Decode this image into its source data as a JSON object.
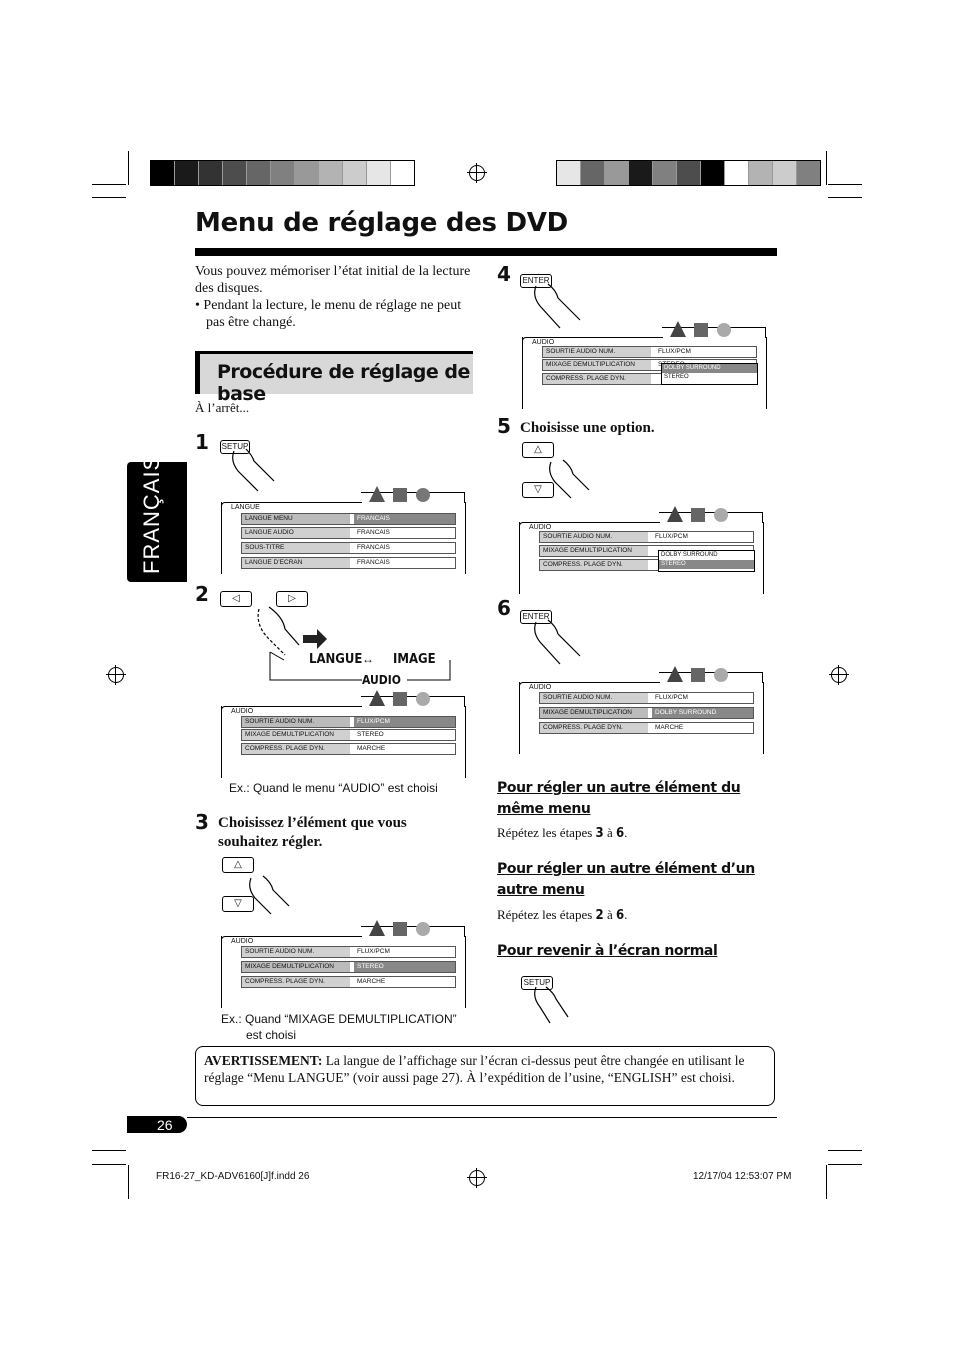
{
  "page": {
    "title": "Menu de réglage des DVD",
    "side_tab": "FRANÇAIS",
    "page_number": "26",
    "intro": {
      "line1": "Vous pouvez mémoriser l’état initial de la lecture des disques.",
      "bullet": "Pendant la lecture, le menu de réglage ne peut pas être changé."
    },
    "section_title": "Procédure de réglage de base",
    "at_stop": "À l’arrêt...",
    "steps": {
      "s1": "1",
      "s2": "2",
      "s3": "3",
      "s4": "4",
      "s5": "5",
      "s6": "6",
      "s3_text": "Choisissez l’élément que vous souhaitez régler.",
      "s5_text": "Choisisse une option."
    },
    "buttons": {
      "setup": "SETUP",
      "enter": "ENTER"
    },
    "nav": {
      "langue": "LANGUE",
      "image": "IMAGE",
      "audio": "AUDIO"
    },
    "screens": {
      "langue": {
        "label": "LANGUE",
        "rows": [
          {
            "k": "LANGUE MENU",
            "v": "FRANCAIS"
          },
          {
            "k": "LANGUE AUDIO",
            "v": "FRANCAIS"
          },
          {
            "k": "SOUS-TITRE",
            "v": "FRANCAIS"
          },
          {
            "k": "LANGUE D’ECRAN",
            "v": "FRANCAIS"
          }
        ]
      },
      "audio": {
        "label": "AUDIO",
        "rows": [
          {
            "k": "SOURTIE AUDIO NUM.",
            "v": "FLUX/PCM"
          },
          {
            "k": "MIXAGE DEMULTIPLICATION",
            "v": "STEREO"
          },
          {
            "k": "COMPRESS. PLAGE DYN.",
            "v": "MARCHE"
          }
        ],
        "popup": [
          "DOLBY SURROUND",
          "STEREO"
        ],
        "dolby": "DOLBY SURROUND"
      }
    },
    "captions": {
      "c2": "Ex.: Quand le menu “AUDIO” est choisi",
      "c3a": "Ex.: Quand “MIXAGE DEMULTIPLICATION”",
      "c3b": "est choisi"
    },
    "subsections": {
      "a_title": "Pour régler un autre élément du même menu",
      "a_text": "Répétez les étapes",
      "a_from": "3",
      "a_to": "6",
      "b_title": "Pour régler un autre élément d’un autre menu",
      "b_text": "Répétez les étapes",
      "b_from": "2",
      "b_to": "6",
      "c_title": "Pour revenir à l’écran normal",
      "conn": "à"
    },
    "warning": {
      "label": "AVERTISSEMENT:",
      "text": "La langue de l’affichage sur l’écran ci-dessus peut être changée en utilisant le réglage “Menu LANGUE” (voir aussi page 27). À l’expédition de l’usine, “ENGLISH” est choisi."
    },
    "footer": {
      "left": "FR16-27_KD-ADV6160[J]f.indd   26",
      "right": "12/17/04   12:53:07 PM"
    }
  }
}
